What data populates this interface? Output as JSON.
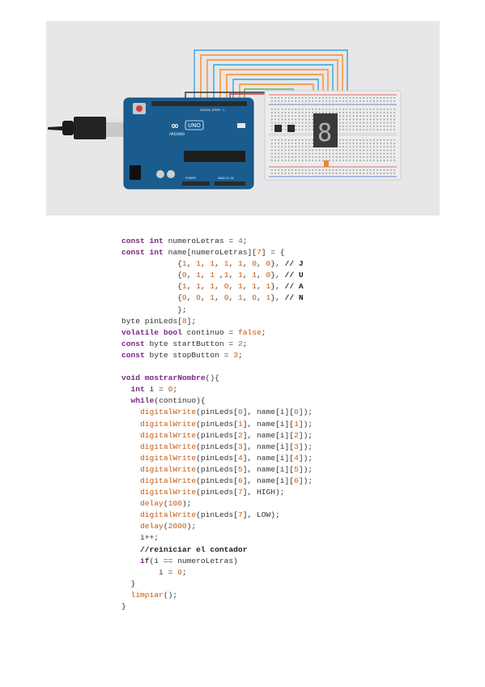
{
  "figure": {
    "board_logo": "∞",
    "board_model": "UNO",
    "board_brand": "ARDUINO",
    "board_header_top": "DIGITAL (PWM ~)",
    "board_header_power": "POWER",
    "board_header_analog": "ANALOG IN",
    "seven_segment_digit": "8"
  },
  "code_lines": [
    [
      {
        "t": "const int",
        "c": "kw"
      },
      {
        "t": " numeroLetras = ",
        "c": "pl"
      },
      {
        "t": "4",
        "c": "num"
      },
      {
        "t": ";",
        "c": "pl"
      }
    ],
    [
      {
        "t": "const int",
        "c": "kw"
      },
      {
        "t": " name[numeroLetras][",
        "c": "pl"
      },
      {
        "t": "7",
        "c": "num"
      },
      {
        "t": "] = {",
        "c": "pl"
      }
    ],
    [
      {
        "t": "            {",
        "c": "pl"
      },
      {
        "t": "1",
        "c": "num"
      },
      {
        "t": ", ",
        "c": "pl"
      },
      {
        "t": "1",
        "c": "num"
      },
      {
        "t": ", ",
        "c": "pl"
      },
      {
        "t": "1",
        "c": "num"
      },
      {
        "t": ", ",
        "c": "pl"
      },
      {
        "t": "1",
        "c": "num"
      },
      {
        "t": ", ",
        "c": "pl"
      },
      {
        "t": "1",
        "c": "num"
      },
      {
        "t": ", ",
        "c": "pl"
      },
      {
        "t": "0",
        "c": "num"
      },
      {
        "t": ", ",
        "c": "pl"
      },
      {
        "t": "0",
        "c": "num"
      },
      {
        "t": "}, ",
        "c": "pl"
      },
      {
        "t": "// J",
        "c": "cm"
      }
    ],
    [
      {
        "t": "            {",
        "c": "pl"
      },
      {
        "t": "0",
        "c": "num"
      },
      {
        "t": ", ",
        "c": "pl"
      },
      {
        "t": "1",
        "c": "num"
      },
      {
        "t": ", ",
        "c": "pl"
      },
      {
        "t": "1",
        "c": "num"
      },
      {
        "t": " ,",
        "c": "pl"
      },
      {
        "t": "1",
        "c": "num"
      },
      {
        "t": ", ",
        "c": "pl"
      },
      {
        "t": "1",
        "c": "num"
      },
      {
        "t": ", ",
        "c": "pl"
      },
      {
        "t": "1",
        "c": "num"
      },
      {
        "t": ", ",
        "c": "pl"
      },
      {
        "t": "0",
        "c": "num"
      },
      {
        "t": "}, ",
        "c": "pl"
      },
      {
        "t": "// U",
        "c": "cm"
      }
    ],
    [
      {
        "t": "            {",
        "c": "pl"
      },
      {
        "t": "1",
        "c": "num"
      },
      {
        "t": ", ",
        "c": "pl"
      },
      {
        "t": "1",
        "c": "num"
      },
      {
        "t": ", ",
        "c": "pl"
      },
      {
        "t": "1",
        "c": "num"
      },
      {
        "t": ", ",
        "c": "pl"
      },
      {
        "t": "0",
        "c": "num"
      },
      {
        "t": ", ",
        "c": "pl"
      },
      {
        "t": "1",
        "c": "num"
      },
      {
        "t": ", ",
        "c": "pl"
      },
      {
        "t": "1",
        "c": "num"
      },
      {
        "t": ", ",
        "c": "pl"
      },
      {
        "t": "1",
        "c": "num"
      },
      {
        "t": "}, ",
        "c": "pl"
      },
      {
        "t": "// A",
        "c": "cm"
      }
    ],
    [
      {
        "t": "            {",
        "c": "pl"
      },
      {
        "t": "0",
        "c": "num"
      },
      {
        "t": ", ",
        "c": "pl"
      },
      {
        "t": "0",
        "c": "num"
      },
      {
        "t": ", ",
        "c": "pl"
      },
      {
        "t": "1",
        "c": "num"
      },
      {
        "t": ", ",
        "c": "pl"
      },
      {
        "t": "0",
        "c": "num"
      },
      {
        "t": ", ",
        "c": "pl"
      },
      {
        "t": "1",
        "c": "num"
      },
      {
        "t": ", ",
        "c": "pl"
      },
      {
        "t": "0",
        "c": "num"
      },
      {
        "t": ", ",
        "c": "pl"
      },
      {
        "t": "1",
        "c": "num"
      },
      {
        "t": "}, ",
        "c": "pl"
      },
      {
        "t": "// N",
        "c": "cm"
      }
    ],
    [
      {
        "t": "            };",
        "c": "pl"
      }
    ],
    [
      {
        "t": "byte pinLeds[",
        "c": "pl"
      },
      {
        "t": "8",
        "c": "num"
      },
      {
        "t": "];",
        "c": "pl"
      }
    ],
    [
      {
        "t": "volatile bool",
        "c": "kw"
      },
      {
        "t": " continuo = ",
        "c": "pl"
      },
      {
        "t": "false",
        "c": "num"
      },
      {
        "t": ";",
        "c": "pl"
      }
    ],
    [
      {
        "t": "const",
        "c": "kw"
      },
      {
        "t": " byte startButton = ",
        "c": "pl"
      },
      {
        "t": "2",
        "c": "num"
      },
      {
        "t": ";",
        "c": "pl"
      }
    ],
    [
      {
        "t": "const",
        "c": "kw"
      },
      {
        "t": " byte stopButton = ",
        "c": "pl"
      },
      {
        "t": "3",
        "c": "num"
      },
      {
        "t": ";",
        "c": "pl"
      }
    ],
    [
      {
        "t": "",
        "c": "pl"
      }
    ],
    [
      {
        "t": "void",
        "c": "kw"
      },
      {
        "t": " ",
        "c": "pl"
      },
      {
        "t": "mostrarNombre",
        "c": "fnb"
      },
      {
        "t": "(){",
        "c": "pl"
      }
    ],
    [
      {
        "t": "  ",
        "c": "pl"
      },
      {
        "t": "int",
        "c": "kw"
      },
      {
        "t": " i = ",
        "c": "pl"
      },
      {
        "t": "0",
        "c": "num"
      },
      {
        "t": ";",
        "c": "pl"
      }
    ],
    [
      {
        "t": "  ",
        "c": "pl"
      },
      {
        "t": "while",
        "c": "kw"
      },
      {
        "t": "(continuo){",
        "c": "pl"
      }
    ],
    [
      {
        "t": "    ",
        "c": "pl"
      },
      {
        "t": "digitalWrite",
        "c": "fn"
      },
      {
        "t": "(pinLeds[",
        "c": "pl"
      },
      {
        "t": "0",
        "c": "num"
      },
      {
        "t": "], name[i][",
        "c": "pl"
      },
      {
        "t": "0",
        "c": "num"
      },
      {
        "t": "]);",
        "c": "pl"
      }
    ],
    [
      {
        "t": "    ",
        "c": "pl"
      },
      {
        "t": "digitalWrite",
        "c": "fn"
      },
      {
        "t": "(pinLeds[",
        "c": "pl"
      },
      {
        "t": "1",
        "c": "num"
      },
      {
        "t": "], name[i][",
        "c": "pl"
      },
      {
        "t": "1",
        "c": "num"
      },
      {
        "t": "]);",
        "c": "pl"
      }
    ],
    [
      {
        "t": "    ",
        "c": "pl"
      },
      {
        "t": "digitalWrite",
        "c": "fn"
      },
      {
        "t": "(pinLeds[",
        "c": "pl"
      },
      {
        "t": "2",
        "c": "num"
      },
      {
        "t": "], name[i][",
        "c": "pl"
      },
      {
        "t": "2",
        "c": "num"
      },
      {
        "t": "]);",
        "c": "pl"
      }
    ],
    [
      {
        "t": "    ",
        "c": "pl"
      },
      {
        "t": "digitalWrite",
        "c": "fn"
      },
      {
        "t": "(pinLeds[",
        "c": "pl"
      },
      {
        "t": "3",
        "c": "num"
      },
      {
        "t": "], name[i][",
        "c": "pl"
      },
      {
        "t": "3",
        "c": "num"
      },
      {
        "t": "]);",
        "c": "pl"
      }
    ],
    [
      {
        "t": "    ",
        "c": "pl"
      },
      {
        "t": "digitalWrite",
        "c": "fn"
      },
      {
        "t": "(pinLeds[",
        "c": "pl"
      },
      {
        "t": "4",
        "c": "num"
      },
      {
        "t": "], name[i][",
        "c": "pl"
      },
      {
        "t": "4",
        "c": "num"
      },
      {
        "t": "]);",
        "c": "pl"
      }
    ],
    [
      {
        "t": "    ",
        "c": "pl"
      },
      {
        "t": "digitalWrite",
        "c": "fn"
      },
      {
        "t": "(pinLeds[",
        "c": "pl"
      },
      {
        "t": "5",
        "c": "num"
      },
      {
        "t": "], name[i][",
        "c": "pl"
      },
      {
        "t": "5",
        "c": "num"
      },
      {
        "t": "]);",
        "c": "pl"
      }
    ],
    [
      {
        "t": "    ",
        "c": "pl"
      },
      {
        "t": "digitalWrite",
        "c": "fn"
      },
      {
        "t": "(pinLeds[",
        "c": "pl"
      },
      {
        "t": "6",
        "c": "num"
      },
      {
        "t": "], name[i][",
        "c": "pl"
      },
      {
        "t": "6",
        "c": "num"
      },
      {
        "t": "]);",
        "c": "pl"
      }
    ],
    [
      {
        "t": "    ",
        "c": "pl"
      },
      {
        "t": "digitalWrite",
        "c": "fn"
      },
      {
        "t": "(pinLeds[",
        "c": "pl"
      },
      {
        "t": "7",
        "c": "num"
      },
      {
        "t": "], HIGH);",
        "c": "pl"
      }
    ],
    [
      {
        "t": "    ",
        "c": "pl"
      },
      {
        "t": "delay",
        "c": "fn"
      },
      {
        "t": "(",
        "c": "pl"
      },
      {
        "t": "100",
        "c": "num"
      },
      {
        "t": ");",
        "c": "pl"
      }
    ],
    [
      {
        "t": "    ",
        "c": "pl"
      },
      {
        "t": "digitalWrite",
        "c": "fn"
      },
      {
        "t": "(pinLeds[",
        "c": "pl"
      },
      {
        "t": "7",
        "c": "num"
      },
      {
        "t": "], LOW);",
        "c": "pl"
      }
    ],
    [
      {
        "t": "    ",
        "c": "pl"
      },
      {
        "t": "delay",
        "c": "fn"
      },
      {
        "t": "(",
        "c": "pl"
      },
      {
        "t": "2000",
        "c": "num"
      },
      {
        "t": ");",
        "c": "pl"
      }
    ],
    [
      {
        "t": "    i++;",
        "c": "pl"
      }
    ],
    [
      {
        "t": "    ",
        "c": "pl"
      },
      {
        "t": "//reiniciar el contador",
        "c": "cm"
      }
    ],
    [
      {
        "t": "    ",
        "c": "pl"
      },
      {
        "t": "if",
        "c": "kw"
      },
      {
        "t": "(i == numeroLetras)",
        "c": "pl"
      }
    ],
    [
      {
        "t": "        i = ",
        "c": "pl"
      },
      {
        "t": "0",
        "c": "num"
      },
      {
        "t": ";",
        "c": "pl"
      }
    ],
    [
      {
        "t": "  }",
        "c": "pl"
      }
    ],
    [
      {
        "t": "  ",
        "c": "pl"
      },
      {
        "t": "limpiar",
        "c": "fn"
      },
      {
        "t": "();",
        "c": "pl"
      }
    ],
    [
      {
        "t": "}",
        "c": "pl"
      }
    ]
  ]
}
